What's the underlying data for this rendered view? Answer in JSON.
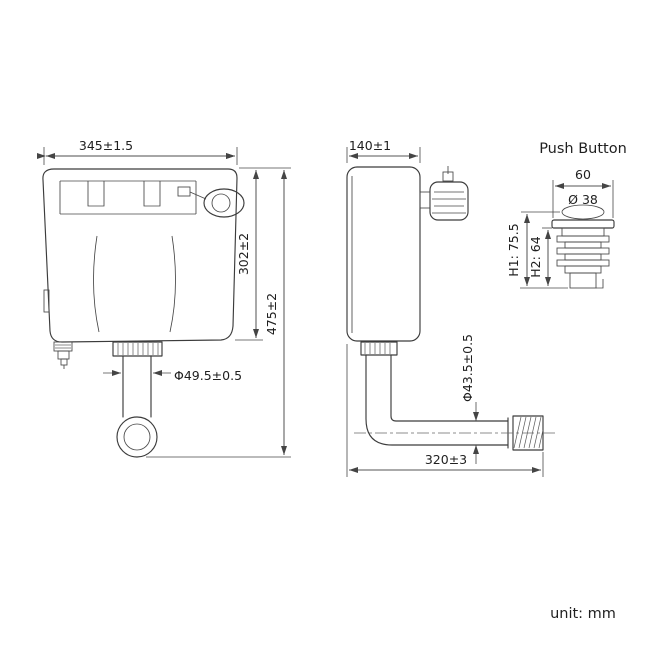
{
  "drawing": {
    "front_view": {
      "width": "345±1.5",
      "tank_height": "302±2",
      "total_height": "475±2",
      "outlet_diameter": "Φ49.5±0.5"
    },
    "side_view": {
      "depth": "140±1",
      "pipe_diameter": "Φ43.5±0.5",
      "pipe_length": "320±3"
    },
    "push_button": {
      "title": "Push Button",
      "width": "60",
      "diameter": "Ø 38",
      "h1": "H1: 75.5",
      "h2": "H2: 64"
    },
    "unit_note": "unit: mm"
  }
}
